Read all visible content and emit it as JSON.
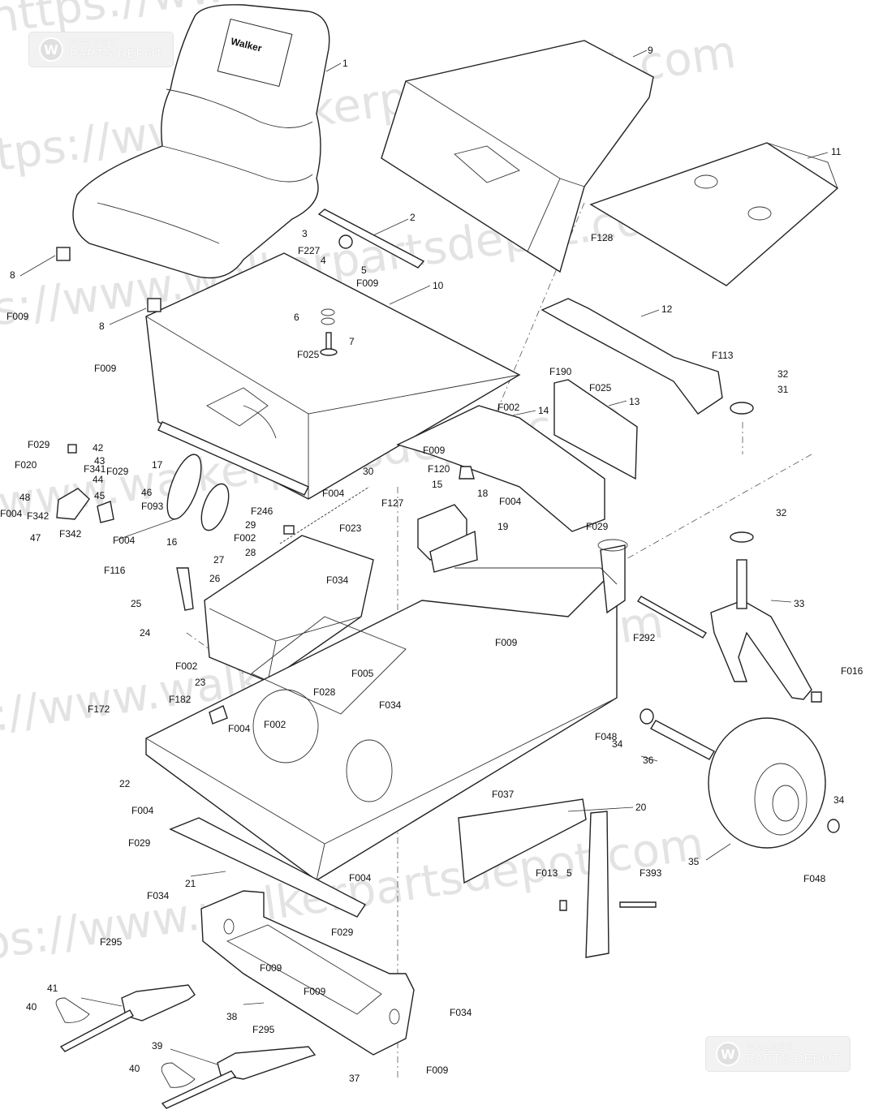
{
  "watermark": {
    "url_fragments": [
      "https://www.walkerpartsdepot.com",
      "https://www.walkerpartsdepot.com",
      "https://www.walkerpartsdepot.com",
      "https://www.walkerpartsdepot.com",
      "https://www.walkerpartsdepot.com",
      "https://www.walkerpartsdepot.com"
    ],
    "brand_top": "WALKER",
    "brand_bottom": "PARTS DEPOT"
  },
  "seat_logo": "Walker",
  "labels": [
    "1",
    "2",
    "3",
    "4",
    "5",
    "6",
    "7",
    "8",
    "8",
    "9",
    "10",
    "11",
    "12",
    "13",
    "14",
    "15",
    "16",
    "17",
    "18",
    "19",
    "20",
    "21",
    "22",
    "23",
    "24",
    "25",
    "26",
    "27",
    "28",
    "29",
    "30",
    "31",
    "32",
    "32",
    "33",
    "34",
    "34",
    "35",
    "36",
    "37",
    "38",
    "39",
    "40",
    "40",
    "41",
    "42",
    "43",
    "44",
    "45",
    "46",
    "47",
    "48",
    "5",
    "F002",
    "F002",
    "F002",
    "F002",
    "F004",
    "F004",
    "F004",
    "F004",
    "F004",
    "F004",
    "F004",
    "F005",
    "F009",
    "F009",
    "F009",
    "F009",
    "F009",
    "F009",
    "F009",
    "F009",
    "F013",
    "F016",
    "F020",
    "F023",
    "F025",
    "F025",
    "F028",
    "F029",
    "F029",
    "F029",
    "F029",
    "F029",
    "F034",
    "F034",
    "F034",
    "F034",
    "F037",
    "F048",
    "F048",
    "F093",
    "F113",
    "F116",
    "F120",
    "F127",
    "F128",
    "F172",
    "F182",
    "F190",
    "F227",
    "F246",
    "F292",
    "F295",
    "F295",
    "F341",
    "F342",
    "F342",
    "F393"
  ]
}
